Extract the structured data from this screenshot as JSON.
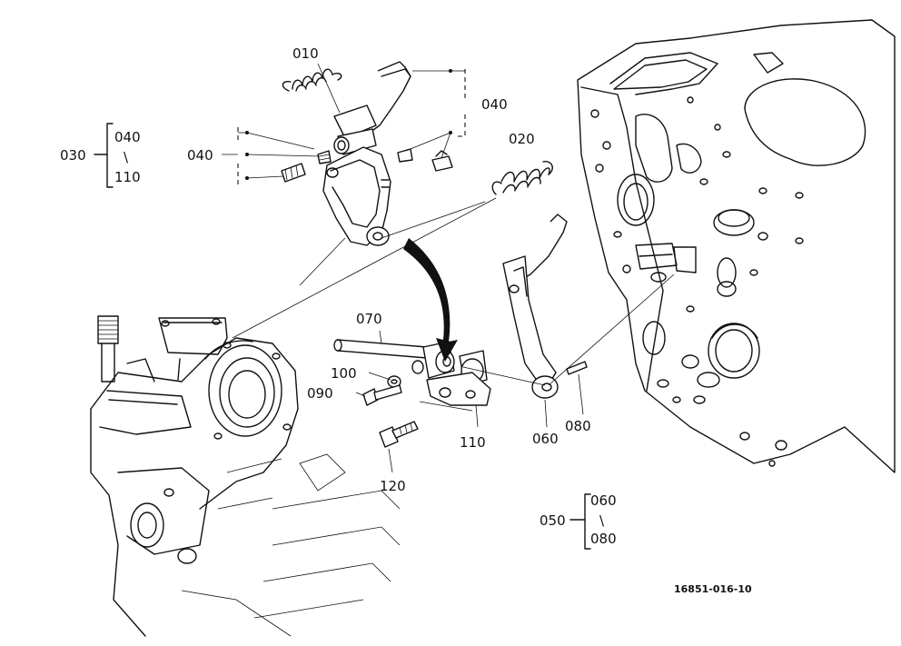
{
  "parts": {
    "p010": "010",
    "p020": "020",
    "p030": "030",
    "p040_upper": "040",
    "p040_left": "040",
    "p050": "050",
    "p060": "060",
    "p070": "070",
    "p080": "080",
    "p090": "090",
    "p100": "100",
    "p110": "110",
    "p120": "120"
  },
  "groups": {
    "g030": {
      "from": "040",
      "sep": "\\",
      "to": "110"
    },
    "g050": {
      "from": "060",
      "sep": "\\",
      "to": "080"
    }
  },
  "drawing_code": "16851-016-10"
}
